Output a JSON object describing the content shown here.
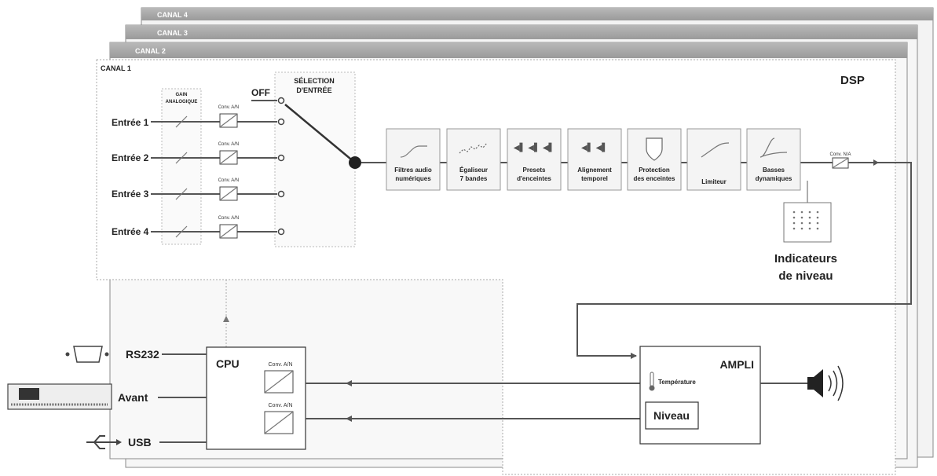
{
  "channels": {
    "canal4": "CANAL 4",
    "canal3": "CANAL 3",
    "canal2": "CANAL 2",
    "canal1": "CANAL 1"
  },
  "dsp_label": "DSP",
  "gain": {
    "line1": "GAIN",
    "line2": "ANALOGIQUE"
  },
  "selection": {
    "line1": "SÉLECTION",
    "line2": "D'ENTRÉE",
    "off": "OFF"
  },
  "inputs": [
    "Entrée 1",
    "Entrée 2",
    "Entrée 3",
    "Entrée 4"
  ],
  "conv_an": "Conv. A/N",
  "conv_na": "Conv. N/A",
  "blocks": [
    {
      "l1": "Filtres audio",
      "l2": "numériques"
    },
    {
      "l1": "Égaliseur",
      "l2": "7 bandes"
    },
    {
      "l1": "Presets",
      "l2": "d'enceintes"
    },
    {
      "l1": "Alignement",
      "l2": "temporel"
    },
    {
      "l1": "Protection",
      "l2": "des enceintes"
    },
    {
      "l1": "Limiteur",
      "l2": ""
    },
    {
      "l1": "Basses",
      "l2": "dynamiques"
    }
  ],
  "indicators": {
    "line1": "Indicateurs",
    "line2": "de niveau"
  },
  "cpu": {
    "title": "CPU",
    "conv1": "Conv. A/N",
    "conv2": "Conv. A/N"
  },
  "interfaces": [
    "RS232",
    "Avant",
    "USB"
  ],
  "ampli": {
    "title": "AMPLI",
    "temperature": "Température",
    "niveau": "Niveau"
  }
}
